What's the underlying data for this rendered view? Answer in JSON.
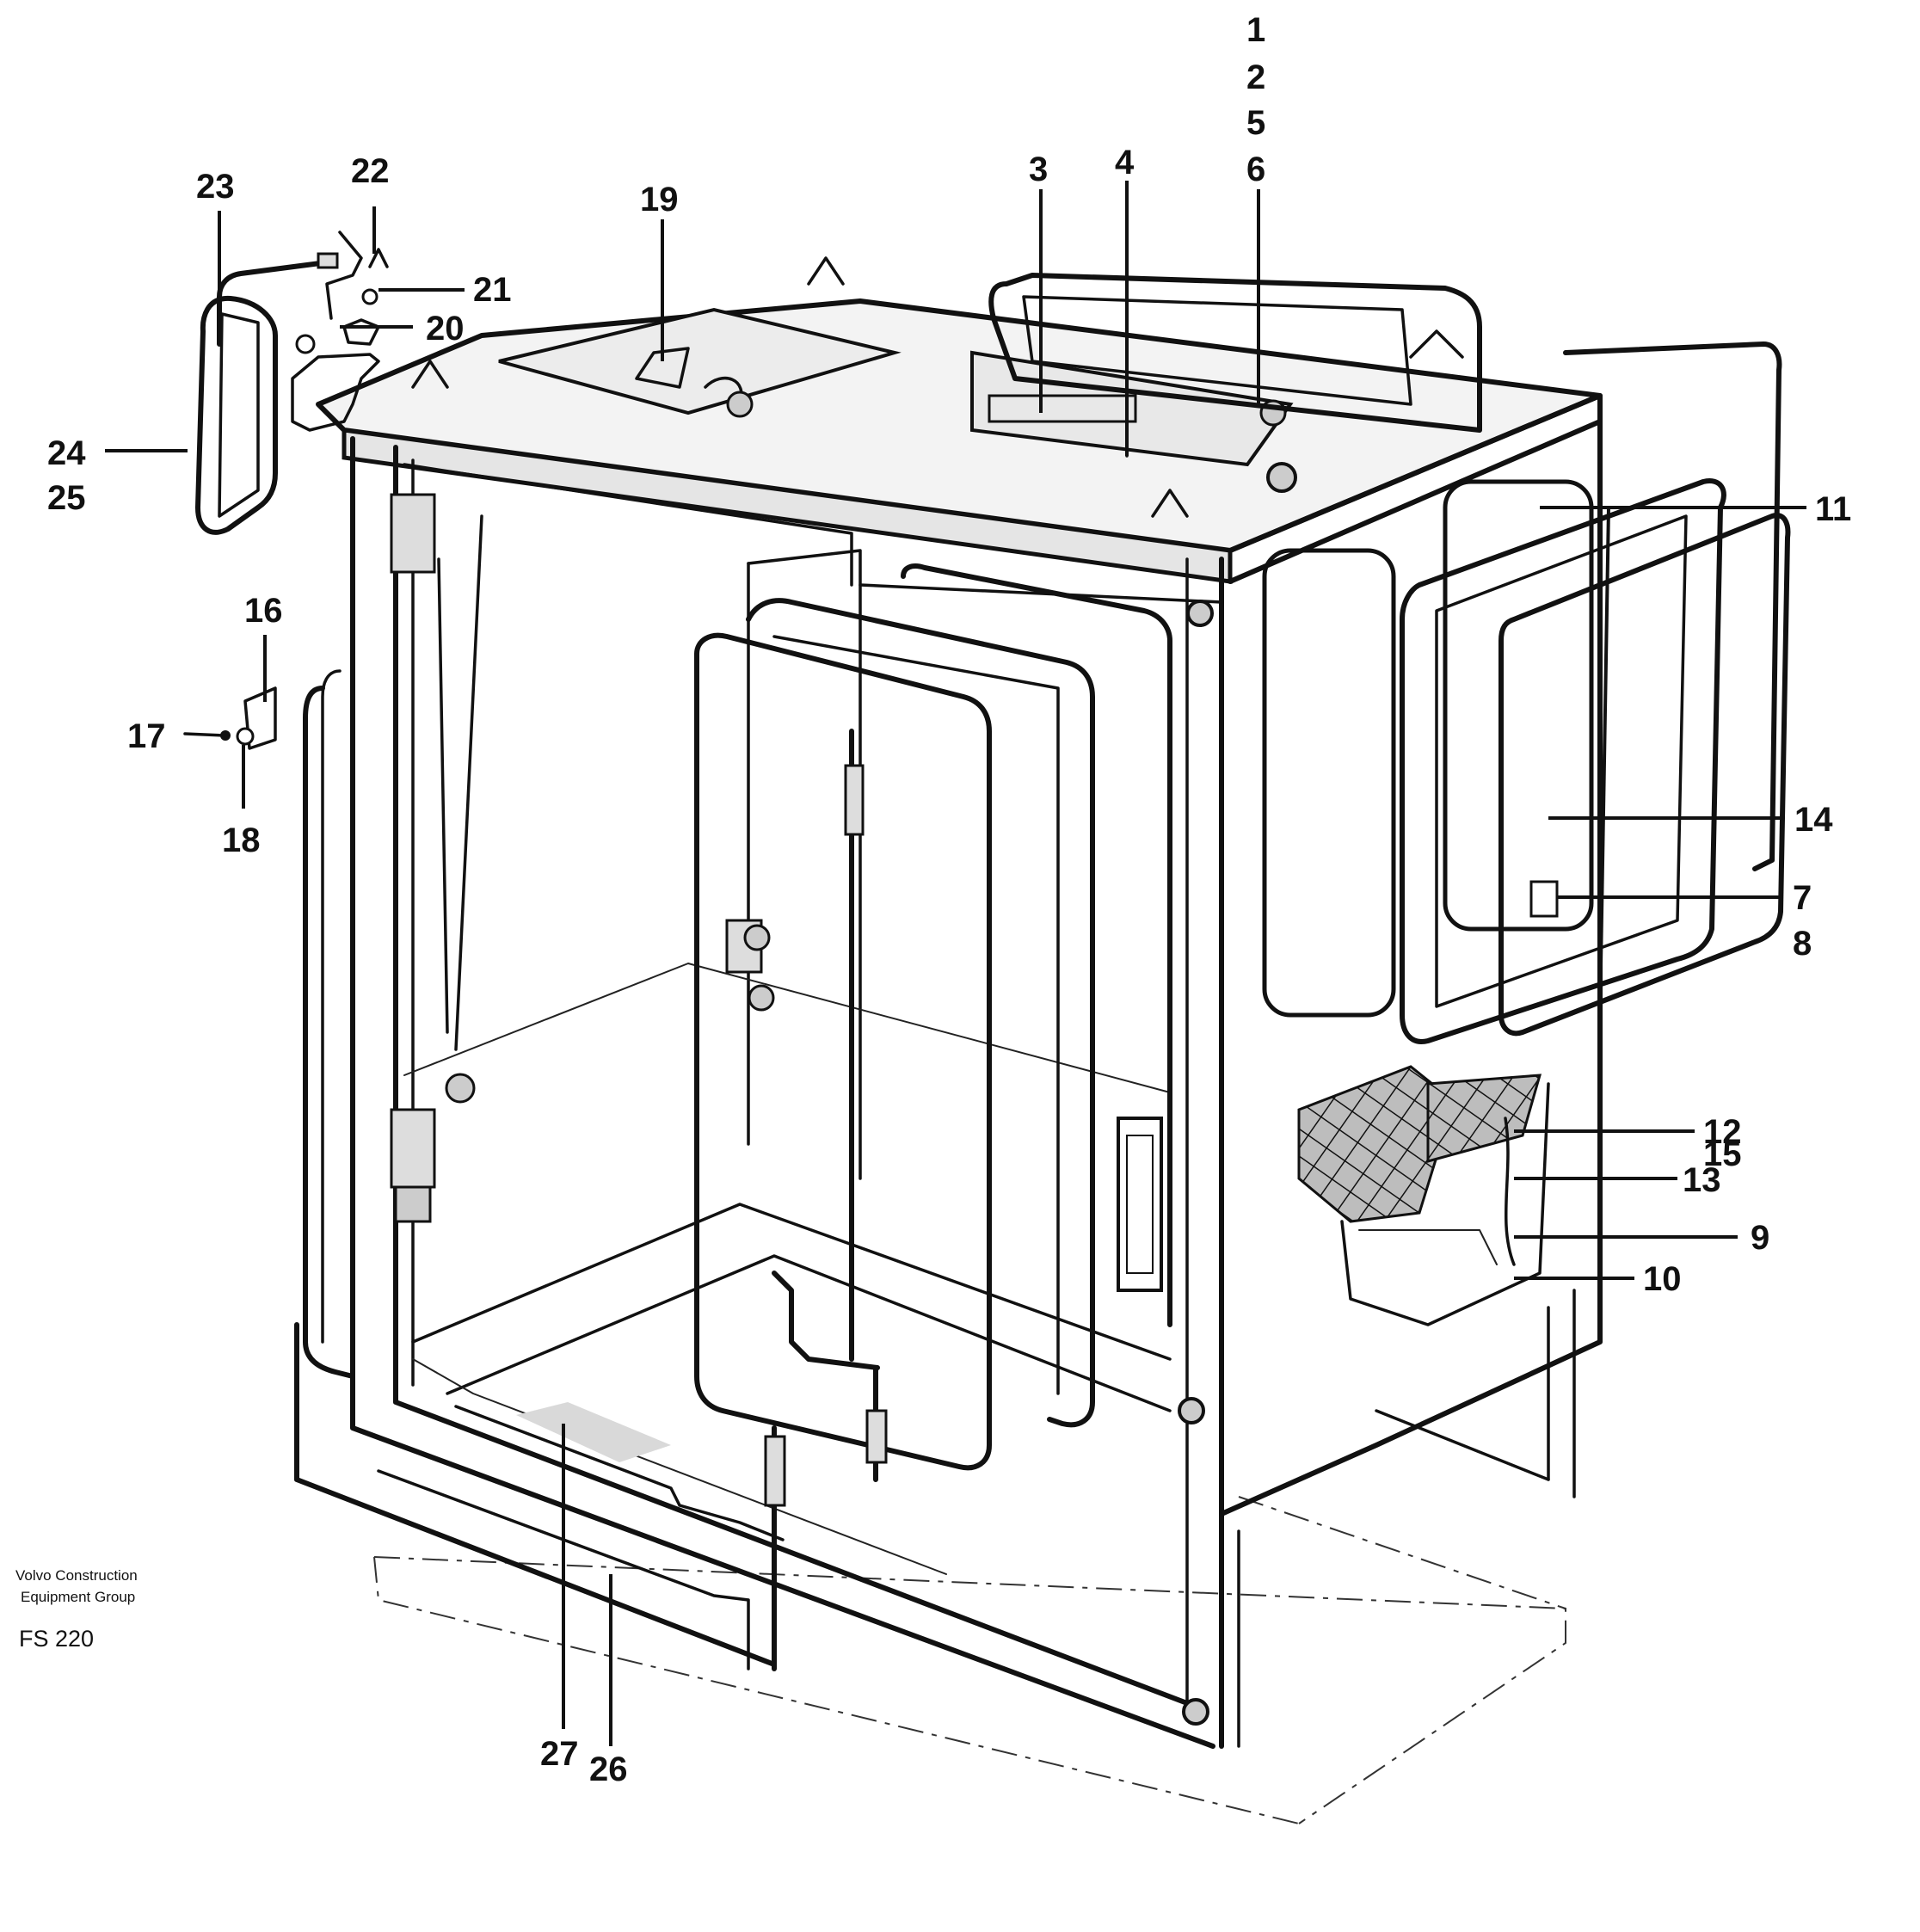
{
  "callouts": {
    "c1": "1",
    "c2": "2",
    "c5": "5",
    "c6": "6",
    "c3": "3",
    "c4": "4",
    "c19": "19",
    "c22": "22",
    "c23": "23",
    "c21": "21",
    "c20": "20",
    "c24": "24",
    "c25": "25",
    "c16": "16",
    "c17": "17",
    "c18": "18",
    "c11": "11",
    "c14": "14",
    "c7": "7",
    "c8": "8",
    "c12": "12",
    "c15": "15",
    "c13": "13",
    "c9": "9",
    "c10": "10",
    "c27": "27",
    "c26": "26"
  },
  "footer": {
    "company_line1": "Volvo Construction",
    "company_line2": "Equipment Group",
    "code": "FS 220"
  }
}
